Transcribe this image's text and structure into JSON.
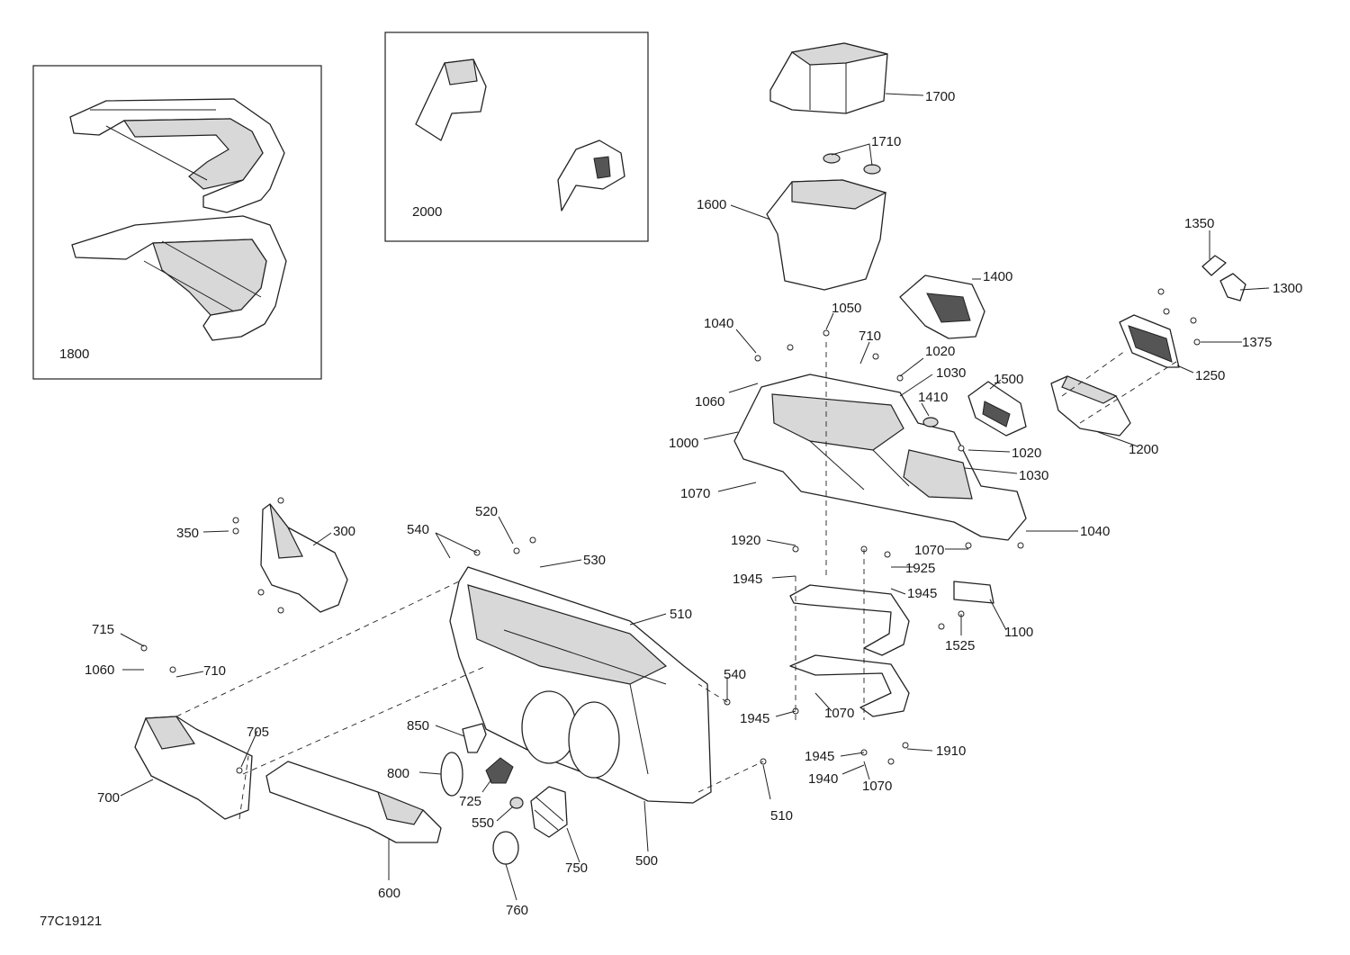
{
  "diagram": {
    "code": "77C19121",
    "callouts": [
      "1800",
      "2000",
      "1700",
      "1710",
      "1600",
      "1350",
      "1300",
      "1400",
      "1050",
      "1040",
      "710",
      "1020",
      "1030",
      "1375",
      "1250",
      "1500",
      "1410",
      "1060",
      "1000",
      "1200",
      "1020",
      "1030",
      "1070",
      "520",
      "540",
      "350",
      "300",
      "530",
      "510",
      "1920",
      "1925",
      "1945",
      "1945",
      "1040",
      "1070",
      "1100",
      "1525",
      "715",
      "1060",
      "710",
      "540",
      "850",
      "705",
      "1945",
      "1070",
      "1945",
      "1910",
      "800",
      "1940",
      "1070",
      "725",
      "700",
      "550",
      "510",
      "600",
      "750",
      "500",
      "760"
    ]
  }
}
